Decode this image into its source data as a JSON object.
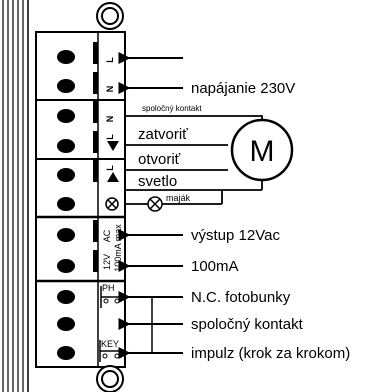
{
  "labels": {
    "supply": "napájanie 230V",
    "common_top": "spoločný kontakt",
    "close": "zatvoriť",
    "open": "otvoriť",
    "light": "svetlo",
    "beacon": "maják",
    "out12": "výstup 12Vac",
    "current": "100mA",
    "photocells": "N.C. fotobunky",
    "common_bottom": "spoločný kontakt",
    "impulse": "impulz (krok za krokom)",
    "motor": "M"
  },
  "terminals": {
    "t1": "L",
    "t2": "N",
    "t3": "N",
    "t4": "L",
    "t5": "L",
    "ac": "AC",
    "v12": "12V",
    "max": "100mA max",
    "ph": "PH",
    "key": "KEY"
  }
}
